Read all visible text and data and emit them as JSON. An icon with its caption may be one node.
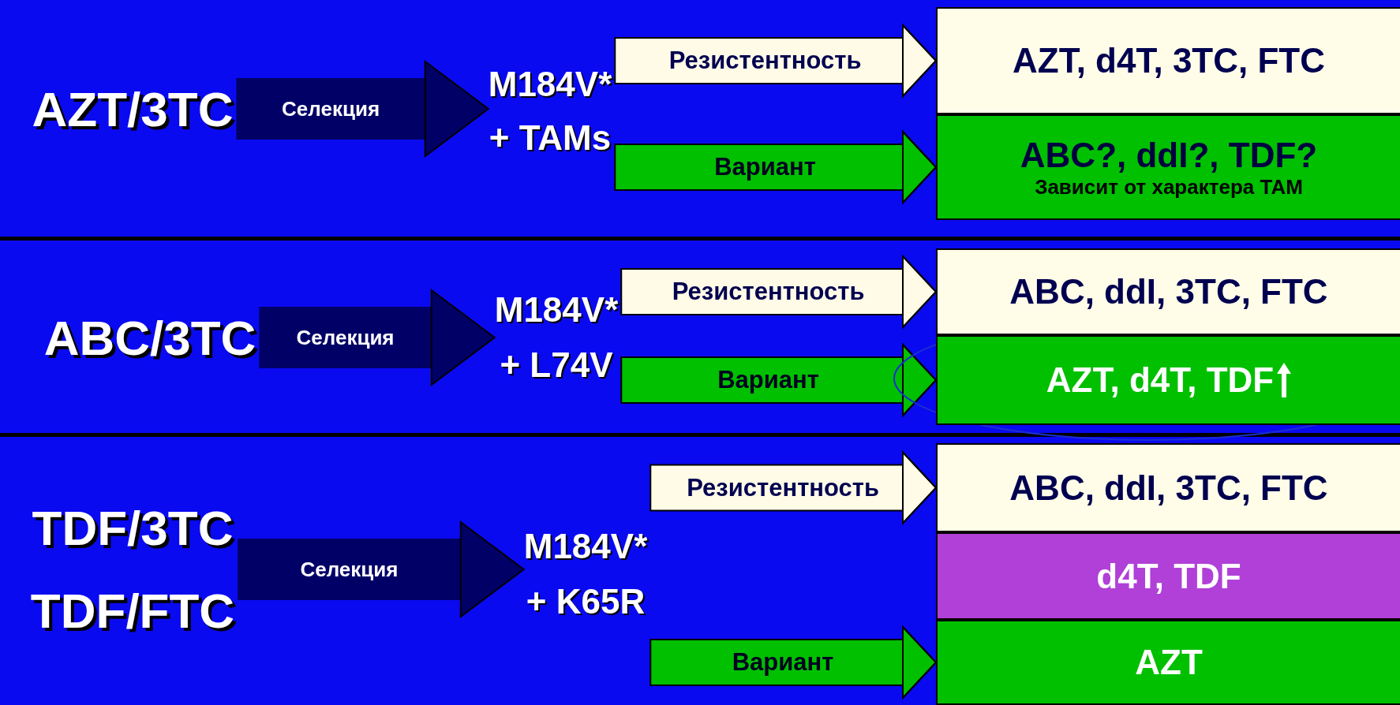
{
  "diagram": {
    "nodes": [
      {
        "text": [
          "AZT/3TC"
        ]
      },
      {
        "text": [
          "M184V* + TAMs"
        ]
      },
      {
        "text": [
          "AZT, d4T, 3TC, FTC"
        ]
      },
      {
        "text": [
          "ABC?, ddI?, TDF?",
          "Зависит от характера TAM"
        ]
      },
      {
        "text": [
          "ABC/3TC"
        ]
      },
      {
        "text": [
          "M184V* + L74V"
        ]
      },
      {
        "text": [
          "ABC, ddI, 3TC, FTC"
        ]
      },
      {
        "text": [
          "AZT, d4T, TDF"
        ]
      },
      {
        "text": [
          "TDF/3TC",
          "TDF/FTC"
        ]
      },
      {
        "text": [
          "M184V* + K65R"
        ]
      },
      {
        "text": [
          "ABC, ddI, 3TC, FTC"
        ]
      },
      {
        "text": [
          "d4T, TDF"
        ]
      },
      {
        "text": [
          "AZT"
        ]
      }
    ],
    "edges": [
      {
        "from": 0,
        "to": 1,
        "arrow": "to",
        "label": "Селекция",
        "color": "#000066"
      },
      {
        "from": 1,
        "to": 2,
        "arrow": "to",
        "label": "Резистентность",
        "color": "#fffbe6"
      },
      {
        "from": 1,
        "to": 3,
        "arrow": "to",
        "label": "Вариант",
        "color": "#00c000"
      },
      {
        "from": 4,
        "to": 5,
        "arrow": "to",
        "label": "Селекция",
        "color": "#000066"
      },
      {
        "from": 5,
        "to": 6,
        "arrow": "to",
        "label": "Резистентность",
        "color": "#fffbe6"
      },
      {
        "from": 5,
        "to": 7,
        "arrow": "to",
        "label": "Вариант",
        "color": "#00c000"
      },
      {
        "from": 8,
        "to": 9,
        "arrow": "to",
        "label": "Селекция",
        "color": "#000066"
      },
      {
        "from": 9,
        "to": 10,
        "arrow": "to",
        "label": "Резистентность",
        "color": "#fffbe6"
      },
      {
        "from": 9,
        "to": 12,
        "arrow": "to",
        "label": "Вариант",
        "color": "#00c000"
      }
    ]
  }
}
